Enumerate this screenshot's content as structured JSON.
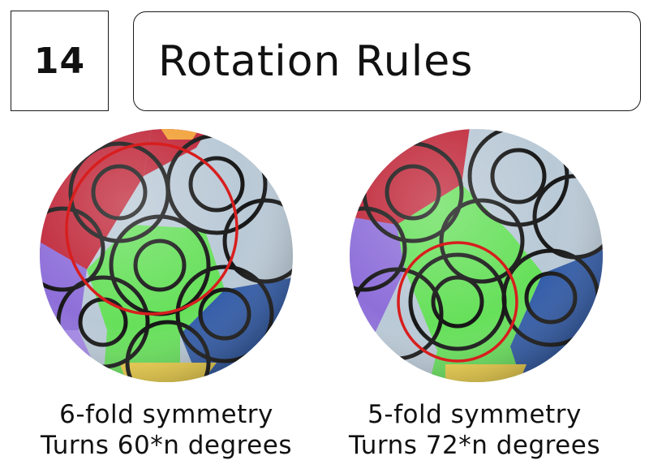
{
  "header": {
    "number": "14",
    "title": "Rotation Rules"
  },
  "panels": [
    {
      "caption_line1": "6-fold symmetry",
      "caption_line2": "Turns 60*n degrees"
    },
    {
      "caption_line1": "5-fold symmetry",
      "caption_line2": "Turns 72*n degrees"
    }
  ],
  "colors": {
    "highlight_ring": "#d81e1e",
    "red_face": "#c0283a",
    "silver_face": "#b9c9d6",
    "green_face": "#66e05a",
    "purple_face": "#8e6fd9",
    "blue_face": "#2f5aa8",
    "yellow_face": "#f1d24a",
    "orange_face": "#f2a23a",
    "groove": "#161616"
  }
}
